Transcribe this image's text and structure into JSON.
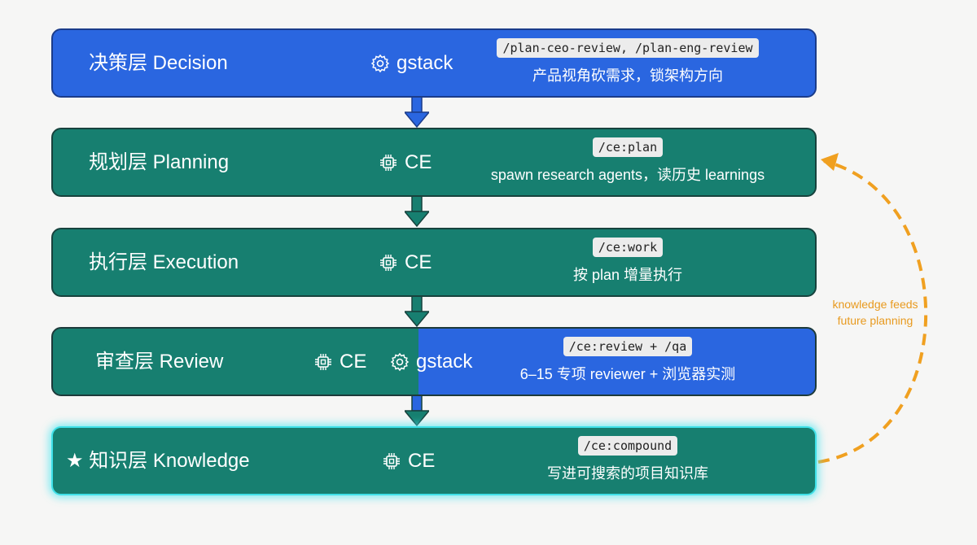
{
  "layers": [
    {
      "title": "决策层 Decision",
      "tools": [
        {
          "icon": "gear-icon",
          "label": "gstack"
        }
      ],
      "command": "/plan-ceo-review, /plan-eng-review",
      "description": "产品视角砍需求，锁架构方向"
    },
    {
      "title": "规划层 Planning",
      "tools": [
        {
          "icon": "chip-icon",
          "label": "CE"
        }
      ],
      "command": "/ce:plan",
      "description": "spawn research agents，读历史 learnings"
    },
    {
      "title": "执行层 Execution",
      "tools": [
        {
          "icon": "chip-icon",
          "label": "CE"
        }
      ],
      "command": "/ce:work",
      "description": "按 plan 增量执行"
    },
    {
      "title": "审查层 Review",
      "tools": [
        {
          "icon": "chip-icon",
          "label": "CE"
        },
        {
          "icon": "gear-icon",
          "label": "gstack"
        }
      ],
      "command": "/ce:review + /qa",
      "description": "6–15 专项 reviewer + 浏览器实测"
    },
    {
      "title": "知识层 Knowledge",
      "star": "★",
      "tools": [
        {
          "icon": "chip-icon",
          "label": "CE"
        }
      ],
      "command": "/ce:compound",
      "description": "写进可搜索的项目知识库"
    }
  ],
  "feedback_note": [
    "knowledge feeds",
    "future planning"
  ],
  "colors": {
    "gstack": "#2a66e0",
    "ce": "#177f70",
    "feedback": "#f0a020"
  }
}
